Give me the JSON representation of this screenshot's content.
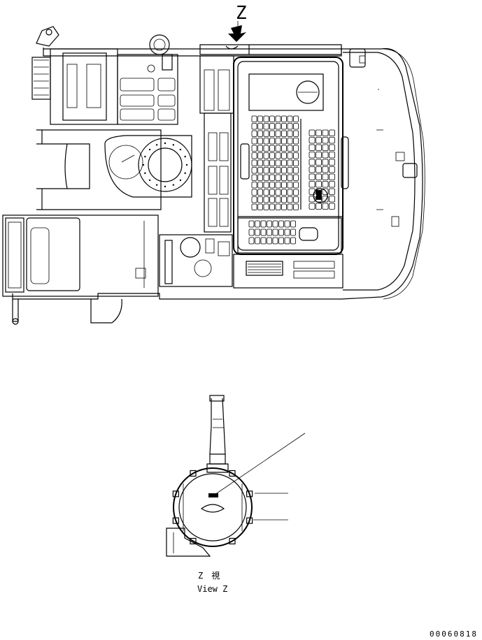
{
  "view_marker": "Z",
  "view_caption": {
    "title": "Z　視",
    "subtitle": "View Z"
  },
  "drawing_number": "00060818"
}
